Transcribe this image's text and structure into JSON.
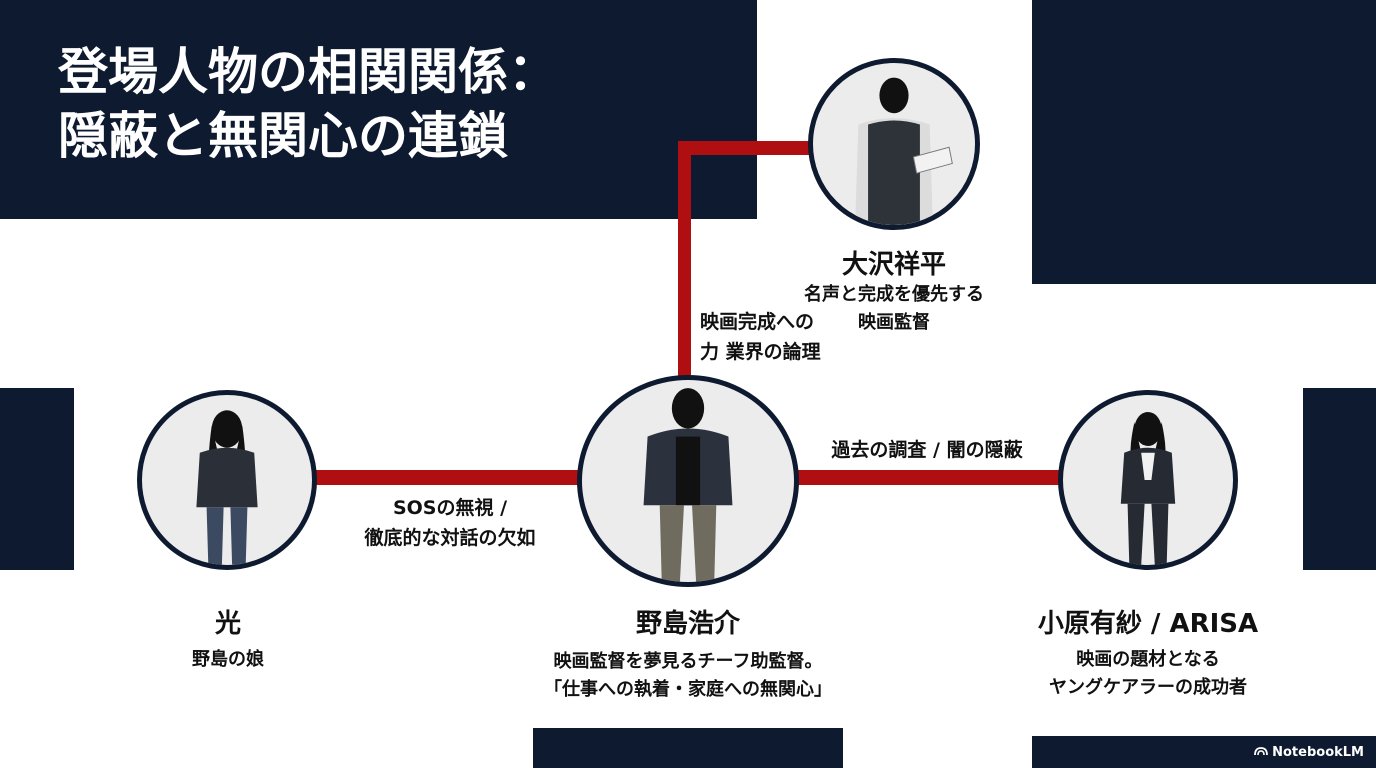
{
  "title": {
    "line1": "登場人物の相関関係：",
    "line2": "隠蔽と無関心の連鎖"
  },
  "characters": {
    "hikari": {
      "name": "光",
      "desc": [
        "野島の娘"
      ]
    },
    "nojima": {
      "name": "野島浩介",
      "desc": [
        "映画監督を夢見るチーフ助監督。",
        "「仕事への執着・家庭への無関心」"
      ]
    },
    "osawa": {
      "name": "大沢祥平",
      "desc": [
        "名声と完成を優先する",
        "映画監督"
      ]
    },
    "ohara": {
      "name": "小原有紗 / ARISA",
      "desc": [
        "映画の題材となる",
        "ヤングケアラーの成功者"
      ]
    }
  },
  "relations": {
    "hikari_nojima": [
      "SOSの無視 /",
      "徹底的な対話の欠如"
    ],
    "nojima_osawa": [
      "映画完成への",
      "力 業界の論理"
    ],
    "nojima_ohara": [
      "過去の調査 / 闇の隠蔽"
    ]
  },
  "colors": {
    "navy": "#0e1a30",
    "red": "#b00f12"
  },
  "icons": {
    "brand": "notebooklm-logo-icon"
  },
  "brand": "NotebookLM"
}
